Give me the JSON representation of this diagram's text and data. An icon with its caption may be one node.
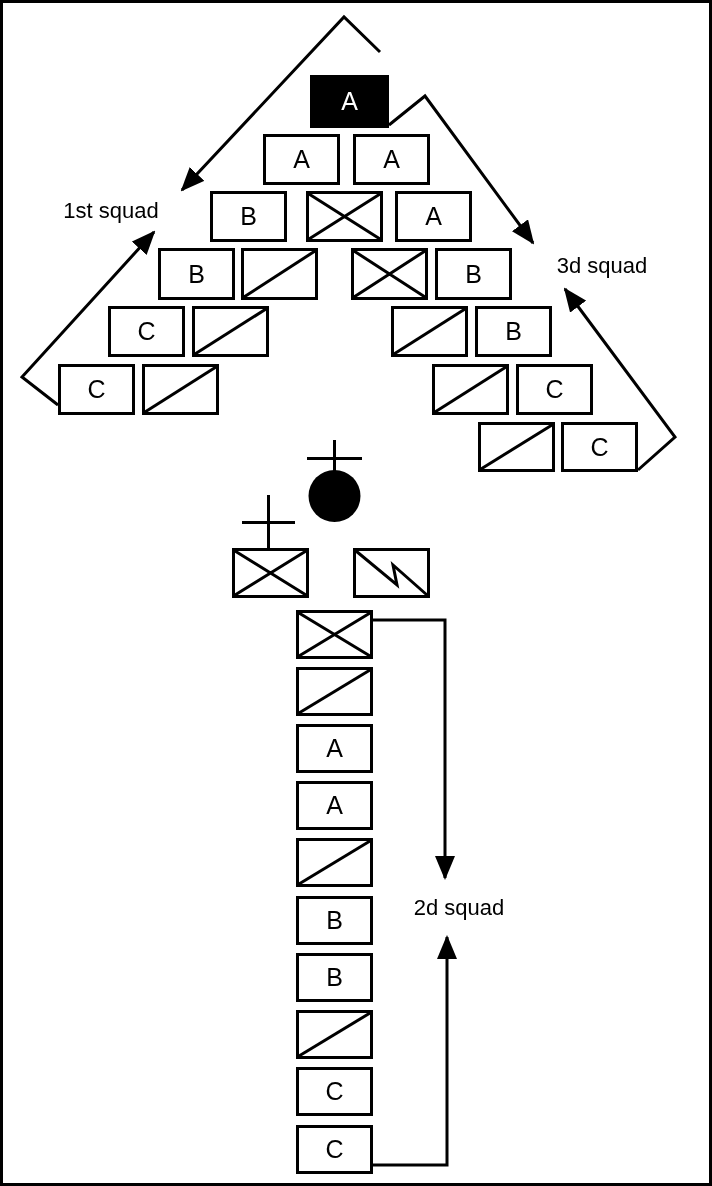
{
  "diagram": {
    "nodes": [
      {
        "text": [
          "A"
        ]
      },
      {
        "text": [
          "A"
        ]
      },
      {
        "text": [
          "A"
        ]
      },
      {
        "text": [
          "B"
        ]
      },
      {
        "text": [],
        "shape": "box"
      },
      {
        "text": [
          "A"
        ]
      },
      {
        "text": [
          "B"
        ]
      },
      {
        "text": [],
        "shape": "box"
      },
      {
        "text": [],
        "shape": "box"
      },
      {
        "text": [
          "B"
        ]
      },
      {
        "text": [
          "C"
        ]
      },
      {
        "text": [],
        "shape": "box"
      },
      {
        "text": [],
        "shape": "box"
      },
      {
        "text": [
          "B"
        ]
      },
      {
        "text": [
          "C"
        ]
      },
      {
        "text": [],
        "shape": "box"
      },
      {
        "text": [],
        "shape": "box"
      },
      {
        "text": [
          "C"
        ]
      },
      {
        "text": [],
        "shape": "box"
      },
      {
        "text": [
          "C"
        ]
      },
      {
        "text": [],
        "shape": "circle"
      },
      {
        "text": [],
        "shape": "box"
      },
      {
        "text": [],
        "shape": "box"
      },
      {
        "text": [],
        "shape": "box"
      },
      {
        "text": [],
        "shape": "box"
      },
      {
        "text": [
          "A"
        ]
      },
      {
        "text": [
          "A"
        ]
      },
      {
        "text": [],
        "shape": "box"
      },
      {
        "text": [
          "B"
        ]
      },
      {
        "text": [
          "B"
        ]
      },
      {
        "text": [],
        "shape": "box"
      },
      {
        "text": [
          "C"
        ]
      },
      {
        "text": [
          "C"
        ]
      },
      {
        "text": [
          "1st squad"
        ]
      },
      {
        "text": [
          "3d squad"
        ]
      },
      {
        "text": [
          "2d squad"
        ]
      }
    ],
    "edges": [
      {
        "from": 14,
        "to": 33,
        "arrow": "to"
      },
      {
        "from": null,
        "to": 33,
        "arrow": "to"
      },
      {
        "from": 0,
        "to": 34,
        "arrow": "to"
      },
      {
        "from": 19,
        "to": 34,
        "arrow": "to"
      },
      {
        "from": 23,
        "to": 35,
        "arrow": "to"
      },
      {
        "from": 32,
        "to": 35,
        "arrow": "to"
      }
    ]
  }
}
